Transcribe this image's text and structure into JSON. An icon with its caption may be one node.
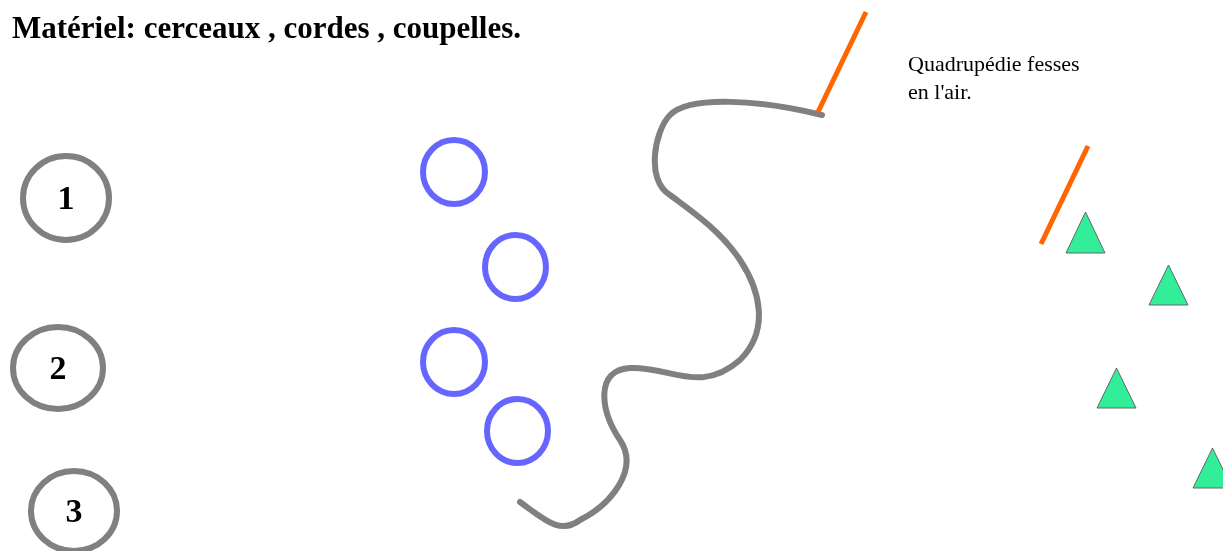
{
  "diagram": {
    "title": "Matériel: cerceaux , cordes , coupelles.",
    "nodes": [
      {
        "text": [
          "1"
        ]
      },
      {
        "text": [
          "2"
        ]
      },
      {
        "text": [
          "3"
        ]
      },
      {
        "text": [],
        "shape": "circle"
      },
      {
        "text": [],
        "shape": "circle"
      },
      {
        "text": [],
        "shape": "circle"
      },
      {
        "text": [],
        "shape": "circle"
      },
      {
        "text": [],
        "shape": "triangle"
      },
      {
        "text": [],
        "shape": "triangle"
      },
      {
        "text": [],
        "shape": "triangle"
      },
      {
        "text": [],
        "shape": "triangle"
      }
    ],
    "labels": [
      "Quadrupédie fesses en l'air."
    ]
  }
}
